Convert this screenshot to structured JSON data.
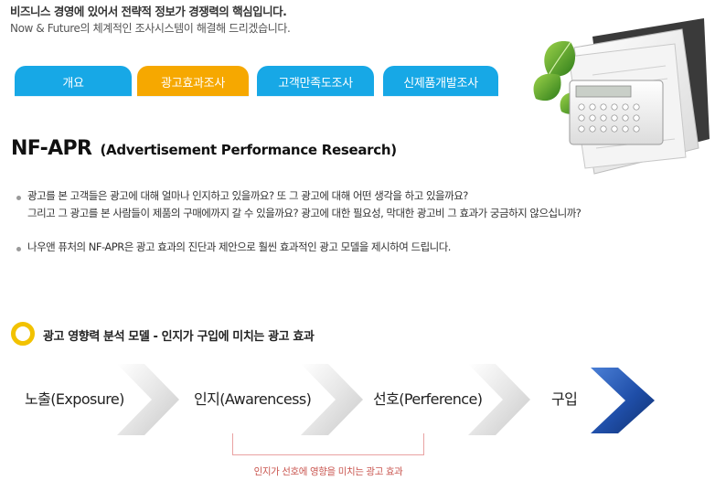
{
  "intro": {
    "title": "비즈니스 경영에 있어서 전략적 정보가 경쟁력의 핵심입니다.",
    "subtitle": "Now & Future의 체계적인 조사시스템이 해결해 드리겠습니다."
  },
  "tabs": [
    {
      "label": "개요",
      "active": false
    },
    {
      "label": "광고효과조사",
      "active": true
    },
    {
      "label": "고객만족도조사",
      "active": false
    },
    {
      "label": "신제품개발조사",
      "active": false
    }
  ],
  "colors": {
    "tab": "#17a8e6",
    "tab_active": "#f6a800",
    "accent": "#f2c200",
    "arrow_blue": "#1f4ea8",
    "bracket": "#c9554f"
  },
  "section": {
    "title": "NF-APR",
    "title_sub": "(Advertisement Performance Research)"
  },
  "paragraphs": {
    "p1_line1": "광고를 본 고객들은 광고에 대해 얼마나 인지하고 있을까요? 또 그 광고에 대해 어떤 생각을 하고 있을까요?",
    "p1_line2": "그리고 그 광고를 본 사람들이 제품의 구매에까지 갈 수 있을까요? 광고에 대한 필요성, 막대한 광고비 그 효과가 궁금하지 않으십니까?",
    "p2": "나우앤 퓨처의 NF-APR은 광고 효과의 진단과 제안으로 훨씬 효과적인 광고 모델을 제시하여 드립니다."
  },
  "model": {
    "title": "광고 영향력 분석 모델 - 인지가 구입에 미치는 광고 효과",
    "steps": [
      "노출(Exposure)",
      "인지(Awarencess)",
      "선호(Perference)",
      "구입"
    ],
    "bracket_label": "인지가 선호에 영향을 미치는 광고 효과"
  },
  "icons": {
    "hero": "calculator-papers-leaves-icon",
    "section_marker": "yellow-ring-icon",
    "arrow": "chevron-arrow-icon"
  }
}
